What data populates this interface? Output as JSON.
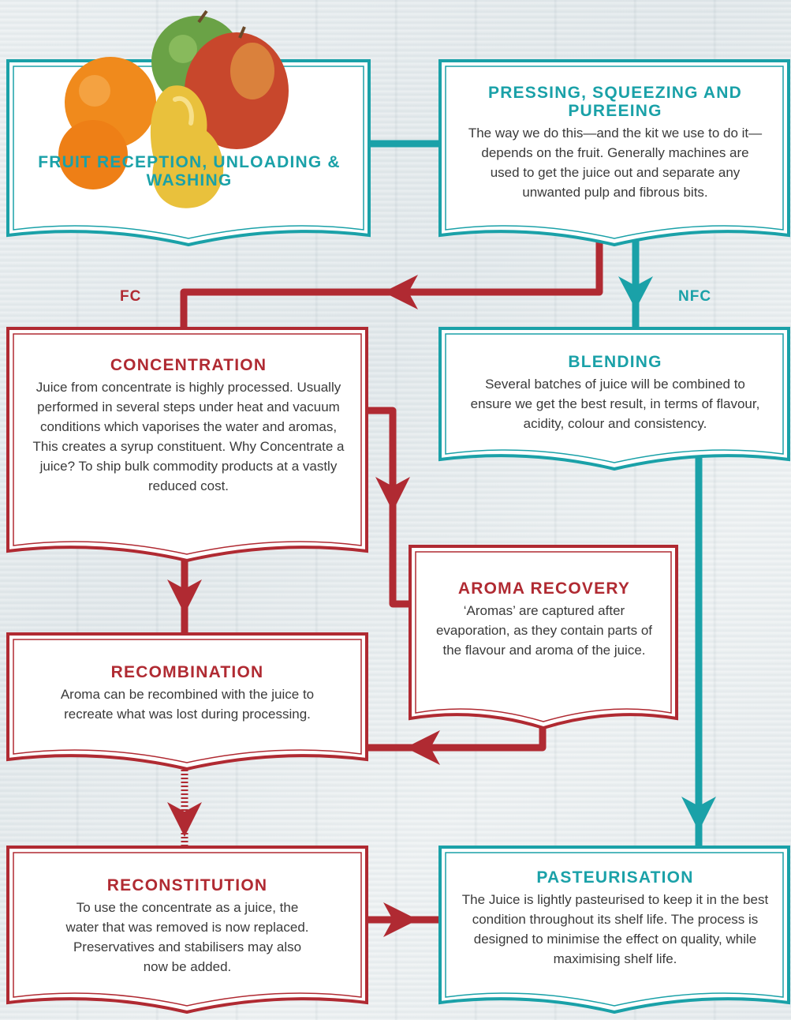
{
  "colors": {
    "teal": "#1aa1a8",
    "red": "#b02a32",
    "box_fill": "#ffffff"
  },
  "nodes": {
    "reception": {
      "title": "FRUIT RECEPTION, UNLOADING & WASHING"
    },
    "pressing": {
      "title": "PRESSING, SQUEEZING AND PUREEING",
      "body": "The way we do this—and the kit we use to do it—depends on the fruit. Generally machines are used to get the juice out and separate any unwanted pulp and fibrous bits."
    },
    "concentration": {
      "title": "CONCENTRATION",
      "body": "Juice from concentrate is highly processed. Usually performed in several steps under heat and vacuum conditions which vaporises the water and aromas, This creates a syrup constituent. Why Concentrate a juice? To ship bulk commodity products at a vastly reduced cost."
    },
    "blending": {
      "title": "BLENDING",
      "body": "Several batches of juice will be combined to ensure we get the best result, in terms of flavour, acidity, colour and consistency."
    },
    "aroma": {
      "title": "AROMA RECOVERY",
      "body": "‘Aromas’ are captured after evaporation, as they contain parts of the flavour and aroma of the juice."
    },
    "recombination": {
      "title": "RECOMBINATION",
      "body": "Aroma can be recombined with the juice to recreate what was lost during processing."
    },
    "reconstitution": {
      "title": "RECONSTITUTION",
      "body": "To use the concentrate as a juice, the water that was removed is now replaced. Preservatives and stabilisers may also now be added."
    },
    "pasteurisation": {
      "title": "PASTEURISATION",
      "body": "The Juice is lightly pasteurised to keep it in the best condition throughout its shelf life. The process is designed to minimise the effect on quality, while maximising shelf life."
    }
  },
  "branch_labels": {
    "fc": "FC",
    "nfc": "NFC"
  },
  "icons": {
    "fruit": "fruit-cluster-icon"
  }
}
